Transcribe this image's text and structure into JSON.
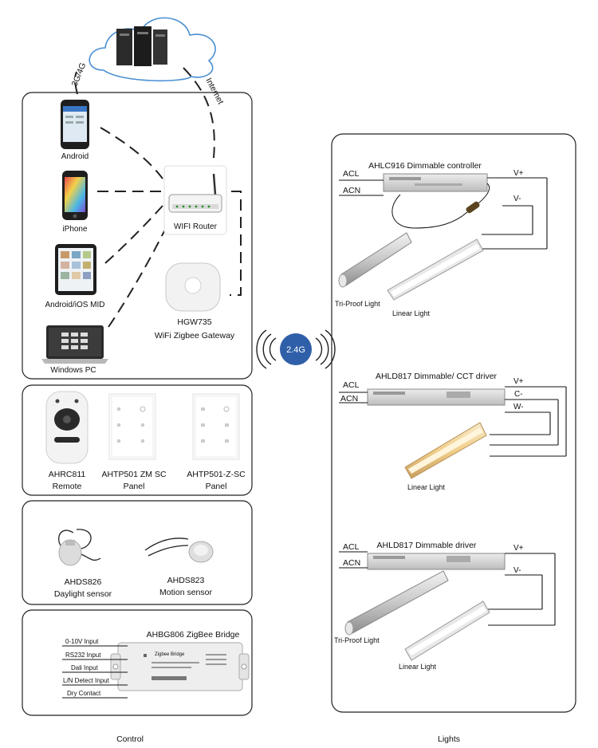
{
  "cloud": {
    "left_link": "3G/4G",
    "right_link": "Internet"
  },
  "network": {
    "devices": [
      "Android",
      "iPhone",
      "Android/iOS MID",
      "Windows PC"
    ],
    "router": "WIFI Router",
    "gateway_model": "HGW735",
    "gateway_name": "WiFi Zigbee Gateway"
  },
  "badge": "2.4G",
  "remotes": [
    {
      "line1": "AHRC811",
      "line2": "Remote"
    },
    {
      "line1": "AHTP501  ZM  SC",
      "line2": "Panel"
    },
    {
      "line1": "AHTP501-Z-SC",
      "line2": "Panel"
    }
  ],
  "sensors": [
    {
      "line1": "AHDS826",
      "line2": "Daylight sensor"
    },
    {
      "line1": "AHDS823",
      "line2": "Motion sensor"
    }
  ],
  "bridge": {
    "title": "AHBG806 ZigBee Bridge",
    "inputs": [
      "0-10V  Input",
      "RS232  Input",
      "Dali  Input",
      "L/N Detect  Input",
      "Dry Contact"
    ],
    "label_name": "Zigbee Bridge"
  },
  "lights": {
    "section1": {
      "title": "AHLC916  Dimmable controller",
      "in1": "ACL",
      "in2": "ACN",
      "out1": "V+",
      "out2": "V-",
      "lamp1": "Tri-Proof Light",
      "lamp2": "Linear Light"
    },
    "section2": {
      "title": "AHLD817  Dimmable/ CCT  driver",
      "in1": "ACL",
      "in2": "ACN",
      "out1": "V+",
      "out2": "C-",
      "out3": "W-",
      "lamp1": "Linear Light"
    },
    "section3": {
      "title": "AHLD817  Dimmable driver",
      "in1": "ACL",
      "in2": "ACN",
      "out1": "V+",
      "out2": "V-",
      "lamp1": "Tri-Proof Light",
      "lamp2": "Linear Light"
    }
  },
  "footer": {
    "left": "Control",
    "right": "Lights"
  }
}
